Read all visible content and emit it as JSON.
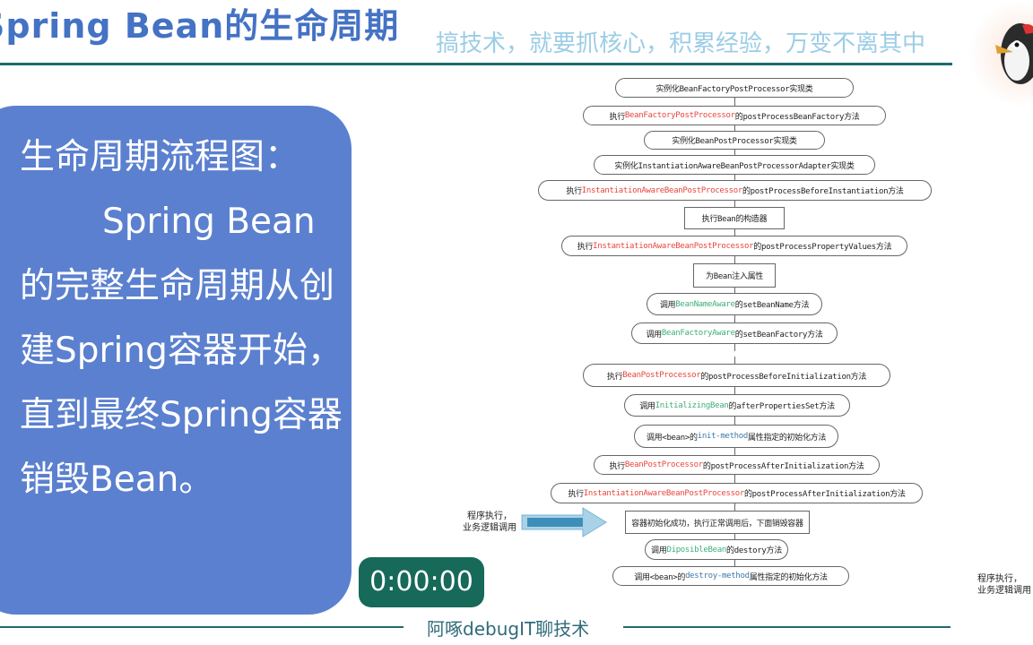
{
  "header": {
    "title": "Spring Bean的生命周期",
    "slogan": "搞技术，就要抓核心，积累经验，万变不离其中"
  },
  "card": {
    "heading": "生命周期流程图：",
    "body": "Spring Bean的完整生命周期从创建Spring容器开始，直到最终Spring容器销毁Bean。"
  },
  "timer": "0:00:00",
  "flow": {
    "side_label": "程序执行，\n业务逻辑调用",
    "right_side_label": "程序执行，\n业务逻辑调用",
    "colors": {
      "red": "#e8453c",
      "green": "#3fae7a",
      "blue": "#3c79a8"
    },
    "nodes": [
      {
        "shape": "round",
        "segments": [
          {
            "t": "实例化BeanFactoryPostProcessor实现类"
          }
        ]
      },
      {
        "shape": "round",
        "segments": [
          {
            "t": "执行"
          },
          {
            "t": "BeanFactoryPostProcessor",
            "c": "red"
          },
          {
            "t": "的postProcessBeanFactory方法"
          }
        ]
      },
      {
        "shape": "round",
        "segments": [
          {
            "t": "实例化BeanPostProcessor实现类"
          }
        ]
      },
      {
        "shape": "round",
        "segments": [
          {
            "t": "实例化InstantiationAwareBeanPostProcessorAdapter实现类"
          }
        ]
      },
      {
        "shape": "round",
        "segments": [
          {
            "t": "执行"
          },
          {
            "t": "InstantiationAwareBeanPostProcessor",
            "c": "red"
          },
          {
            "t": "的postProcessBeforeInstantiation方法"
          }
        ]
      },
      {
        "shape": "rect",
        "segments": [
          {
            "t": "执行Bean的构造器"
          }
        ]
      },
      {
        "shape": "round",
        "segments": [
          {
            "t": "执行"
          },
          {
            "t": "InstantiationAwareBeanPostProcessor",
            "c": "red"
          },
          {
            "t": "的postProcessPropertyValues方法"
          }
        ]
      },
      {
        "shape": "rect",
        "segments": [
          {
            "t": "为Bean注入属性"
          }
        ]
      },
      {
        "shape": "round",
        "segments": [
          {
            "t": "调用"
          },
          {
            "t": "BeanNameAware",
            "c": "green"
          },
          {
            "t": "的setBeanName方法"
          }
        ]
      },
      {
        "shape": "round",
        "segments": [
          {
            "t": "调用"
          },
          {
            "t": "BeanFactoryAware",
            "c": "green"
          },
          {
            "t": "的setBeanFactory方法"
          }
        ]
      },
      {
        "shape": "round",
        "segments": [
          {
            "t": "执行"
          },
          {
            "t": "BeanPostProcessor",
            "c": "red"
          },
          {
            "t": "的postProcessBeforeInitialization方法"
          }
        ]
      },
      {
        "shape": "round",
        "segments": [
          {
            "t": "调用"
          },
          {
            "t": "InitializingBean",
            "c": "green"
          },
          {
            "t": "的afterPropertiesSet方法"
          }
        ]
      },
      {
        "shape": "round",
        "segments": [
          {
            "t": "调用<bean>的"
          },
          {
            "t": "init-method",
            "c": "blue"
          },
          {
            "t": "属性指定的初始化方法"
          }
        ]
      },
      {
        "shape": "round",
        "segments": [
          {
            "t": "执行"
          },
          {
            "t": "BeanPostProcessor",
            "c": "red"
          },
          {
            "t": "的postProcessAfterInitialization方法"
          }
        ]
      },
      {
        "shape": "round",
        "segments": [
          {
            "t": "执行"
          },
          {
            "t": "InstantiationAwareBeanPostProcessor",
            "c": "red"
          },
          {
            "t": "的postProcessAfterInitialization方法"
          }
        ]
      },
      {
        "shape": "rect",
        "segments": [
          {
            "t": "容器初始化成功，执行正常调用后，下面销毁容器"
          }
        ]
      },
      {
        "shape": "round",
        "segments": [
          {
            "t": "调用"
          },
          {
            "t": "DiposibleBean",
            "c": "green"
          },
          {
            "t": "的destory方法"
          }
        ]
      },
      {
        "shape": "round",
        "segments": [
          {
            "t": "调用<bean>的"
          },
          {
            "t": "destroy-method",
            "c": "blue"
          },
          {
            "t": "属性指定的初始化方法"
          }
        ]
      }
    ]
  },
  "footer": {
    "text": "阿啄debugIT聊技术"
  }
}
